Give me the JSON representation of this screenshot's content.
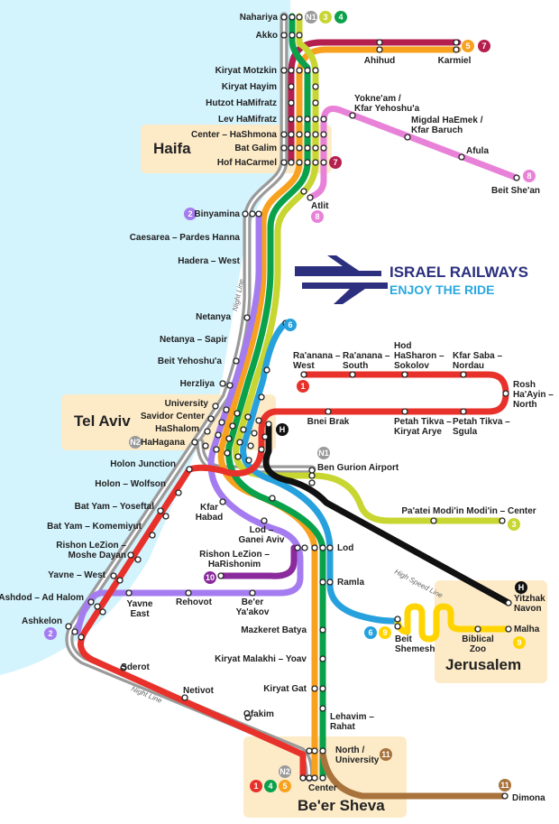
{
  "logo": {
    "title": "ISRAEL RAILWAYS",
    "slogan": "ENJOY THE RIDE",
    "title_color": "#2b2f7e",
    "slogan_color": "#2aa8e0"
  },
  "colors": {
    "sea": "#d3f3fd",
    "city_area": "#fdebc8",
    "station": "#ffffff"
  },
  "lines": {
    "1": {
      "label": "1",
      "color": "#e8312a"
    },
    "2": {
      "label": "2",
      "color": "#a57cf0"
    },
    "3": {
      "label": "3",
      "color": "#c7d630"
    },
    "4": {
      "label": "4",
      "color": "#0aa14b"
    },
    "5": {
      "label": "5",
      "color": "#f8a11f"
    },
    "6": {
      "label": "6",
      "color": "#27a1dd"
    },
    "7": {
      "label": "7",
      "color": "#b41f4e"
    },
    "8": {
      "label": "8",
      "color": "#e882d8"
    },
    "9": {
      "label": "9",
      "color": "#ffd400"
    },
    "10": {
      "label": "10",
      "color": "#8a2a9c"
    },
    "11": {
      "label": "11",
      "color": "#a8733c"
    },
    "N1": {
      "label": "N1",
      "color": "#9a9a9a"
    },
    "N2": {
      "label": "N2",
      "color": "#9a9a9a"
    },
    "H": {
      "label": "H",
      "color": "#111111"
    }
  },
  "cities": {
    "haifa": "Haifa",
    "tel_aviv": "Tel Aviv",
    "jerusalem": "Jerusalem",
    "beer_sheva": "Be'er Sheva"
  },
  "line_names": {
    "night_line": "Night Line",
    "high_speed_line": "High Speed Line"
  },
  "stations": {
    "nahariya": "Nahariya",
    "akko": "Akko",
    "ahihud": "Ahihud",
    "karmiel": "Karmiel",
    "kiryat_motzkin": "Kiryat Motzkin",
    "kiryat_hayim": "Kiryat Hayim",
    "hutzot": "Hutzot HaMifratz",
    "lev": "Lev HaMifratz",
    "center_hashmona": "Center – HaShmona",
    "bat_galim": "Bat Galim",
    "hof_hacarmel": "Hof HaCarmel",
    "atlit": "Atlit",
    "yokneam": [
      "Yokne'am /",
      "Kfar Yehoshu'a"
    ],
    "migdal": [
      "Migdal HaEmek /",
      "Kfar Baruch"
    ],
    "afula": "Afula",
    "beit_shean": "Beit She'an",
    "binyamina": "Binyamina",
    "caesarea": "Caesarea – Pardes Hanna",
    "hadera": "Hadera – West",
    "netanya": "Netanya",
    "netanya_sapir": "Netanya – Sapir",
    "beit_yehoshua": "Beit Yehoshu'a",
    "herzliya": "Herzliya",
    "university": "University",
    "savidor": "Savidor Center",
    "hashalom": "HaShalom",
    "hahagana": "HaHagana",
    "holon_junction": "Holon Junction",
    "holon_wolfson": "Holon – Wolfson",
    "bat_yam_yoseftal": "Bat Yam – Yoseftal",
    "bat_yam_komemiyut": "Bat Yam – Komemiyut",
    "rishon_moshe": [
      "Rishon LeZion –",
      "Moshe Dayan"
    ],
    "yavne_west": "Yavne – West",
    "ashdod": "Ashdod – Ad Halom",
    "ashkelon": "Ashkelon",
    "raanana_west": [
      "Ra'anana –",
      "West"
    ],
    "raanana_south": [
      "Ra'anana –",
      "South"
    ],
    "hod_hasharon": [
      "Hod",
      "HaSharon –",
      "Sokolov"
    ],
    "kfar_saba": [
      "Kfar Saba –",
      "Nordau"
    ],
    "rosh_haayin": [
      "Rosh",
      "Ha'Ayin –",
      "North"
    ],
    "bnei_brak": "Bnei Brak",
    "pt_kiryat_arye": [
      "Petah Tikva –",
      "Kiryat Arye"
    ],
    "pt_sgula": [
      "Petah Tikva –",
      "Sgula"
    ],
    "ben_gurion": "Ben Gurion Airport",
    "paatei_modiin": "Pa'atei Modi'in",
    "modiin_center": "Modi'in – Center",
    "kfar_habad": [
      "Kfar",
      "Habad"
    ],
    "lod_ganei_aviv": [
      "Lod –",
      "Ganei Aviv"
    ],
    "lod": "Lod",
    "rishon_harishonim": [
      "Rishon LeZion –",
      "HaRishonim"
    ],
    "ramla": "Ramla",
    "yavne_east": [
      "Yavne",
      "East"
    ],
    "rehovot": "Rehovot",
    "beer_yaakov": [
      "Be'er",
      "Ya'akov"
    ],
    "yitzhak_navon": [
      "Yitzhak",
      "Navon"
    ],
    "beit_shemesh": [
      "Beit",
      "Shemesh"
    ],
    "biblical_zoo": [
      "Biblical",
      "Zoo"
    ],
    "malha": "Malha",
    "mazkeret_batya": "Mazkeret Batya",
    "kiryat_malakhi": "Kiryat Malakhi – Yoav",
    "kiryat_gat": "Kiryat Gat",
    "lehavim": [
      "Lehavim –",
      "Rahat"
    ],
    "north_university": [
      "North /",
      "University"
    ],
    "center": "Center",
    "sderot": "Sderot",
    "netivot": "Netivot",
    "ofakim": "Ofakim",
    "dimona": "Dimona"
  }
}
